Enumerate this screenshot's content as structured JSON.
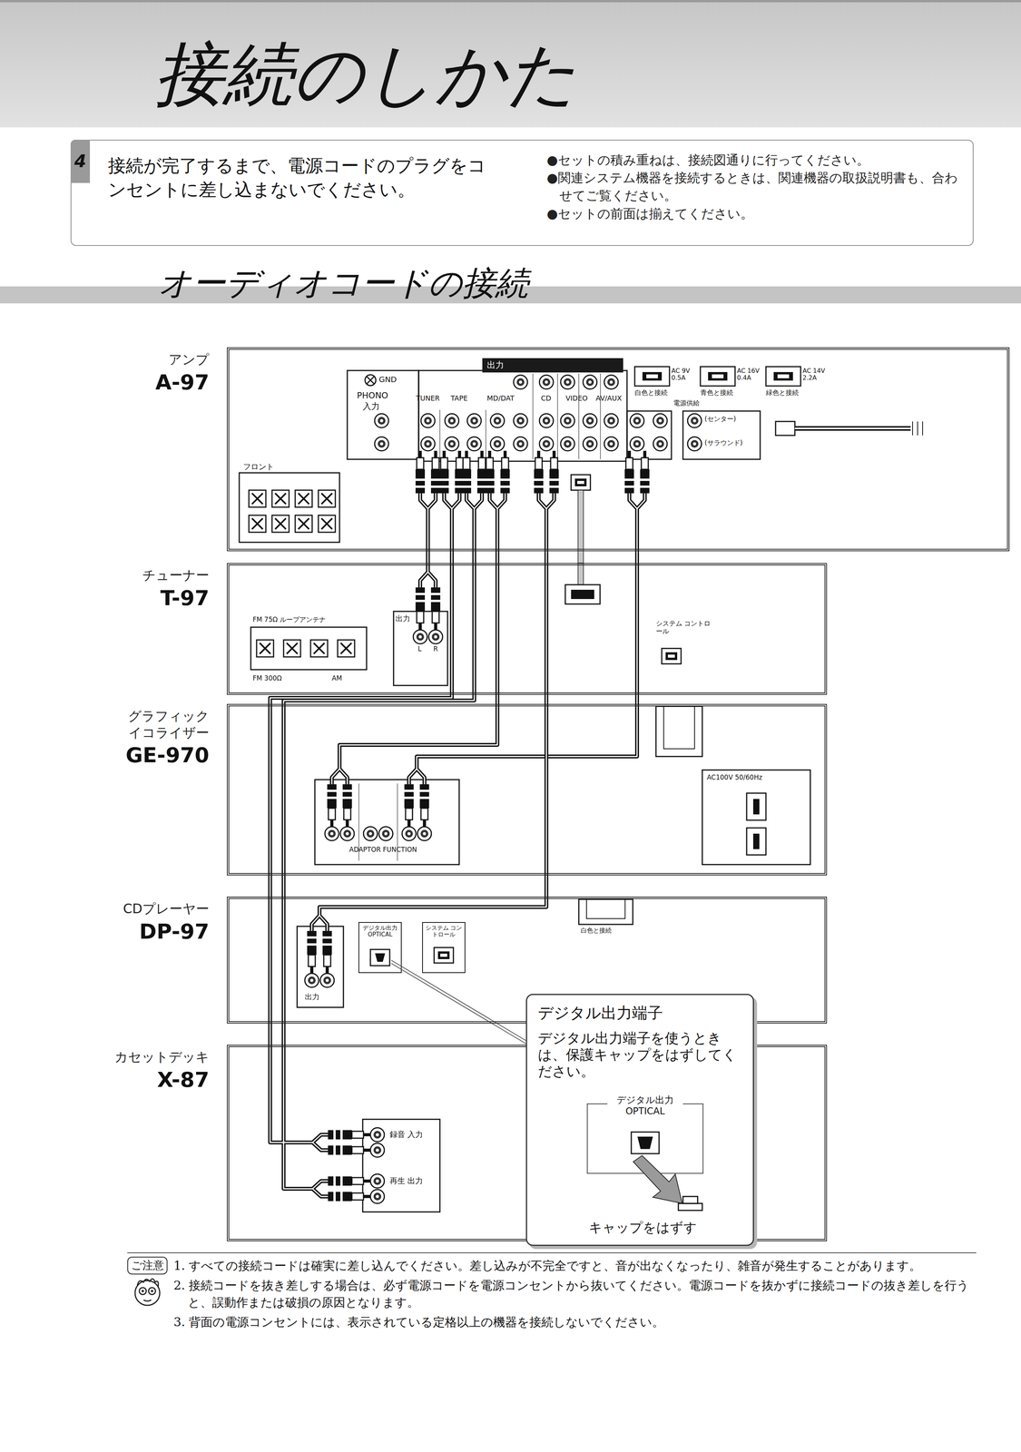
{
  "diagram": {
    "title": "接続のしかた",
    "nodes": [
      {
        "text": [
          "4",
          "接続が完了するまで、電源コードのプラグをコンセントに差し込まないでください。",
          "●セットの積み重ねは、接続図通りに行ってください。",
          "●関連システム機器を接続するときは、関連機器の取扱説明書も、合わせてご覧ください。",
          "●セットの前面は揃えてください。"
        ]
      },
      {
        "text": [
          "アンプ",
          "A-97"
        ]
      },
      {
        "text": [
          "チューナー",
          "T-97"
        ]
      },
      {
        "text": [
          "グラフィック イコライザー",
          "GE-970"
        ]
      },
      {
        "text": [
          "CDプレーヤー",
          "DP-97"
        ]
      },
      {
        "text": [
          "カセットデッキ",
          "X-87"
        ]
      },
      {
        "text": [
          "デジタル出力端子",
          "デジタル出力端子を使うときは、保護キャップをはずしてください。",
          "デジタル出力 OPTICAL",
          "キャップをはずす"
        ]
      },
      {
        "text": [
          "ご注意"
        ]
      }
    ],
    "edges": [
      {
        "from": 1,
        "to": 2,
        "arrow": "none"
      },
      {
        "from": 1,
        "to": 3,
        "arrow": "none"
      },
      {
        "from": 1,
        "to": 3,
        "arrow": "none"
      },
      {
        "from": 1,
        "to": 4,
        "arrow": "none"
      },
      {
        "from": 1,
        "to": 5,
        "arrow": "none"
      },
      {
        "from": 1,
        "to": 5,
        "arrow": "none"
      }
    ],
    "labels": [
      "オーディオコードの接続",
      "PHONO",
      "入力",
      "GND",
      "出力",
      "TUNER",
      "TAPE",
      "MD/DAT",
      "CD",
      "VIDEO",
      "AV/AUX",
      "AC 9V 0.5A",
      "AC 16V 0.4A",
      "AC 14V 2.2A",
      "白色と接続",
      "青色と接続",
      "緑色と接続",
      "電源供給",
      "(センター)",
      "(サラウンド)",
      "フロント",
      "FM 75Ω ループアンテナ",
      "FM 300Ω",
      "AM",
      "出力",
      "L",
      "R",
      "システム コントロール",
      "ADAPTOR FUNCTION",
      "AC100V 50/60Hz",
      "出力",
      "デジタル出力 OPTICAL",
      "システム コントロール",
      "白色と接続",
      "録音 入力",
      "再生 出力",
      "1. すべての接続コードは確実に差し込んでください。差し込みが不完全ですと、音が出なくなったり、雑音が発生することがあります。",
      "2. 接続コードを抜き差しする場合は、必ず電源コードを電源コンセントから抜いてください。電源コードを抜かずに接続コードの抜き差しを行うと、誤動作または破損の原因となります。",
      "3. 背面の電源コンセントには、表示されている定格以上の機器を接続しないでください。"
    ]
  }
}
